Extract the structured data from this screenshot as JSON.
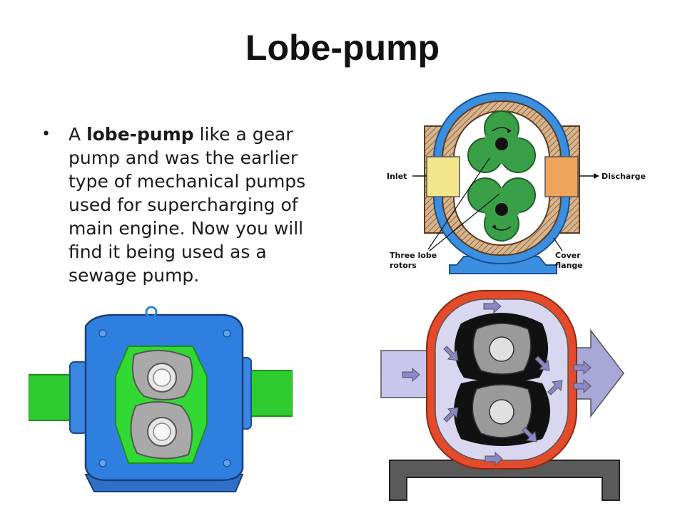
{
  "slide": {
    "title": "Lobe-pump",
    "bullet": {
      "prefix": "A ",
      "bold": "lobe-pump",
      "rest": " like a gear pump and was the earlier type of mechanical pumps used for supercharging of main engine. Now you will find it being used as a sewage pump."
    }
  },
  "diagram": {
    "labels": {
      "inlet": "Inlet",
      "discharge": "Discharge",
      "rotors_line1": "Three lobe",
      "rotors_line2": "rotors",
      "cover_line1": "Cover",
      "cover_line2": "flange"
    }
  },
  "colors": {
    "casing_blue": "#3a8fe0",
    "casing_hatch": "#c8a27a",
    "rotor_green": "#3aa048",
    "inlet_yellow": "#f2e58c",
    "discharge_orange": "#f0a35a",
    "pump3d_blue": "#2f7fe0",
    "pump3d_green": "#2ecc2e",
    "section_red": "#e34b2a",
    "flow_lavender": "#c9c6ec"
  }
}
